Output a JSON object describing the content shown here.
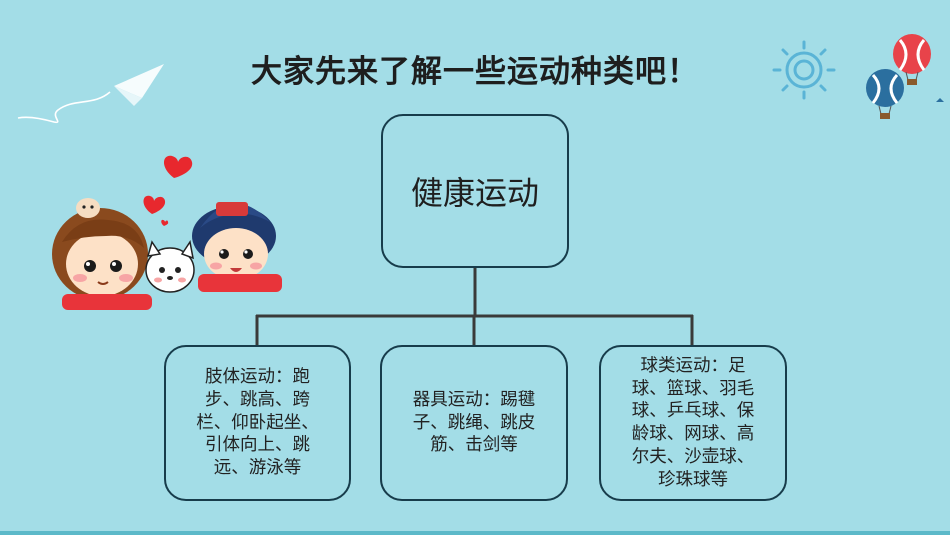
{
  "title": "大家先来了解一些运动种类吧！",
  "diagram": {
    "root": "健康运动",
    "children": [
      {
        "text": "肢体运动：跑\n步、跳高、跨\n栏、仰卧起坐、\n引体向上、跳\n远、游泳等"
      },
      {
        "text": "器具运动：踢毽\n子、跳绳、跳皮\n筋、击剑等"
      },
      {
        "text": "球类运动：足\n球、篮球、羽毛\n球、乒乓球、保\n龄球、网球、高\n尔夫、沙壶球、\n珍珠球等"
      }
    ]
  },
  "colors": {
    "background": "#a3dde7",
    "border": "#173c4b",
    "connector": "#3a3a3a",
    "heart": "#e8282e"
  }
}
